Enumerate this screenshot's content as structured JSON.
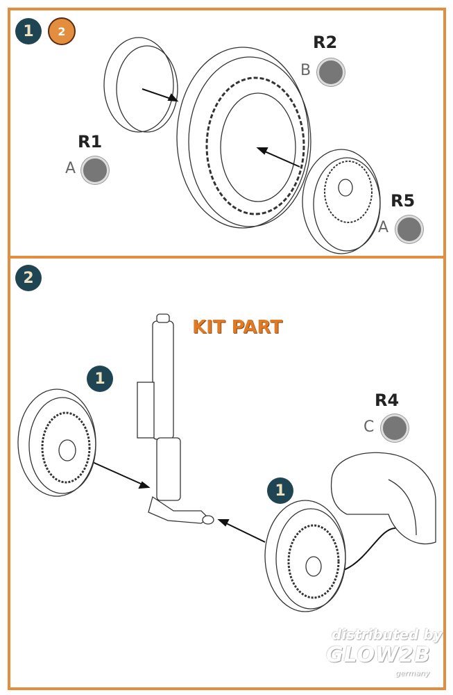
{
  "colors": {
    "frame": "#e38d3f",
    "step_badge": "#1f4553",
    "kit_part": "#e07a25"
  },
  "step1": {
    "number": "1",
    "repeat_badge": "2",
    "parts": [
      {
        "ref": "R1",
        "paint": "A"
      },
      {
        "ref": "R2",
        "paint": "B"
      },
      {
        "ref": "R5",
        "paint": "A"
      }
    ]
  },
  "step2": {
    "number": "2",
    "kit_part": "KIT PART",
    "sub_step_a": "1",
    "sub_step_b": "1",
    "parts": [
      {
        "ref": "R4",
        "paint": "C"
      }
    ]
  },
  "watermark": {
    "line1": "distributed by",
    "line2": "GLOW2B",
    "line3": "germany"
  }
}
